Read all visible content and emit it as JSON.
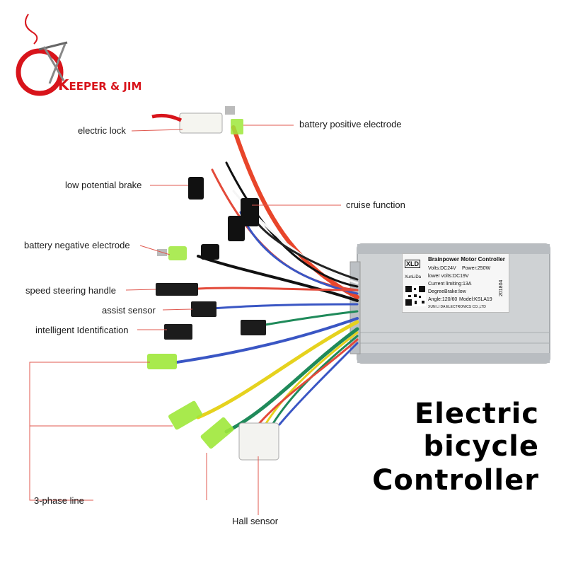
{
  "logo": {
    "brand": "KEEPER & JIM",
    "brand_initial": "K",
    "brand_rest": "EEPER & JIM",
    "color": "#d8141b"
  },
  "labels": {
    "electric_lock": "electric lock",
    "battery_positive": "battery positive electrode",
    "low_potential_brake": "low potential brake",
    "cruise_function": "cruise function",
    "battery_negative": "battery negative electrode",
    "speed_steering_handle": "speed steering handle",
    "assist_sensor": "assist sensor",
    "intelligent_identification": "intelligent Identification",
    "three_phase_line": "3-phase line",
    "hall_sensor": "Hall sensor"
  },
  "title": {
    "line1": "Electric",
    "line2": "bicycle",
    "line3": "Controller"
  },
  "nameplate": {
    "brand": "XLD",
    "brand_sub": "XunLiDa",
    "title": "Brainpower Motor Controller",
    "volts": "Volts:DC24V",
    "power": "Power:250W",
    "lower_volts": "lower volts:DC19V",
    "current": "Current limiting:13A",
    "degree_brake": "DegreeBrake:low",
    "angle": "Angle:120/60",
    "model": "Model:KSLA19",
    "maker": "XUN LI DA ELECTRONICS CO.,LTD",
    "date": "201804"
  },
  "colors": {
    "leader_line": "#e0584f",
    "wire_red": "#e8452a",
    "wire_blue": "#3a56c4",
    "wire_yellow": "#e6d21e",
    "wire_green": "#1f8a5a",
    "connector_green": "#9ee83a",
    "housing": "#cfd2d4"
  }
}
